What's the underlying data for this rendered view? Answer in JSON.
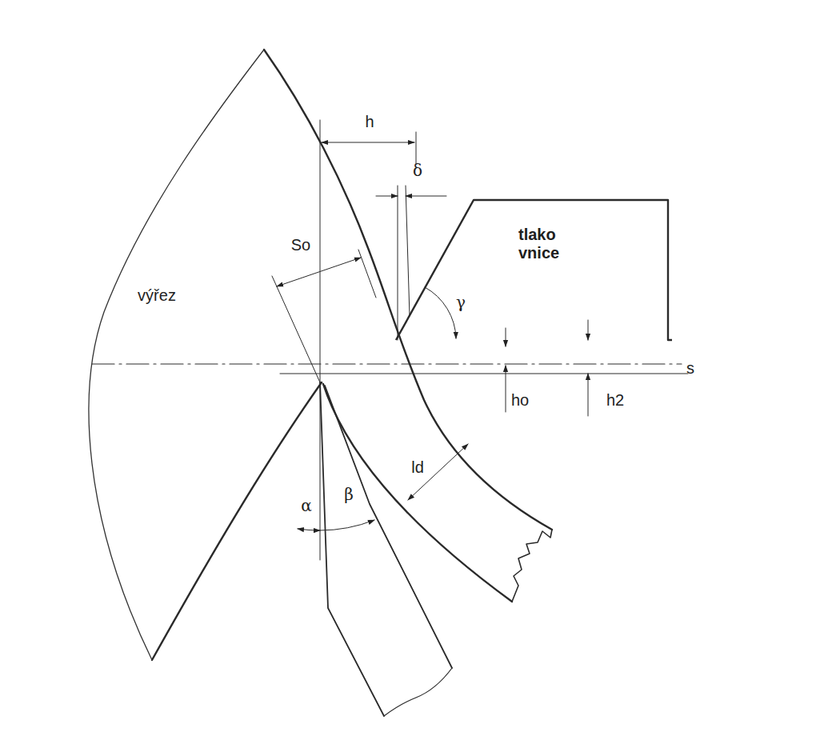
{
  "diagram": {
    "nodes": [
      {
        "text": [
          "tlako vnice"
        ]
      },
      {
        "text": [
          "výřez"
        ]
      }
    ],
    "labels": [
      "h",
      "δ",
      "So",
      "γ",
      "s",
      "ho",
      "h2",
      "ld",
      "α",
      "β"
    ]
  }
}
